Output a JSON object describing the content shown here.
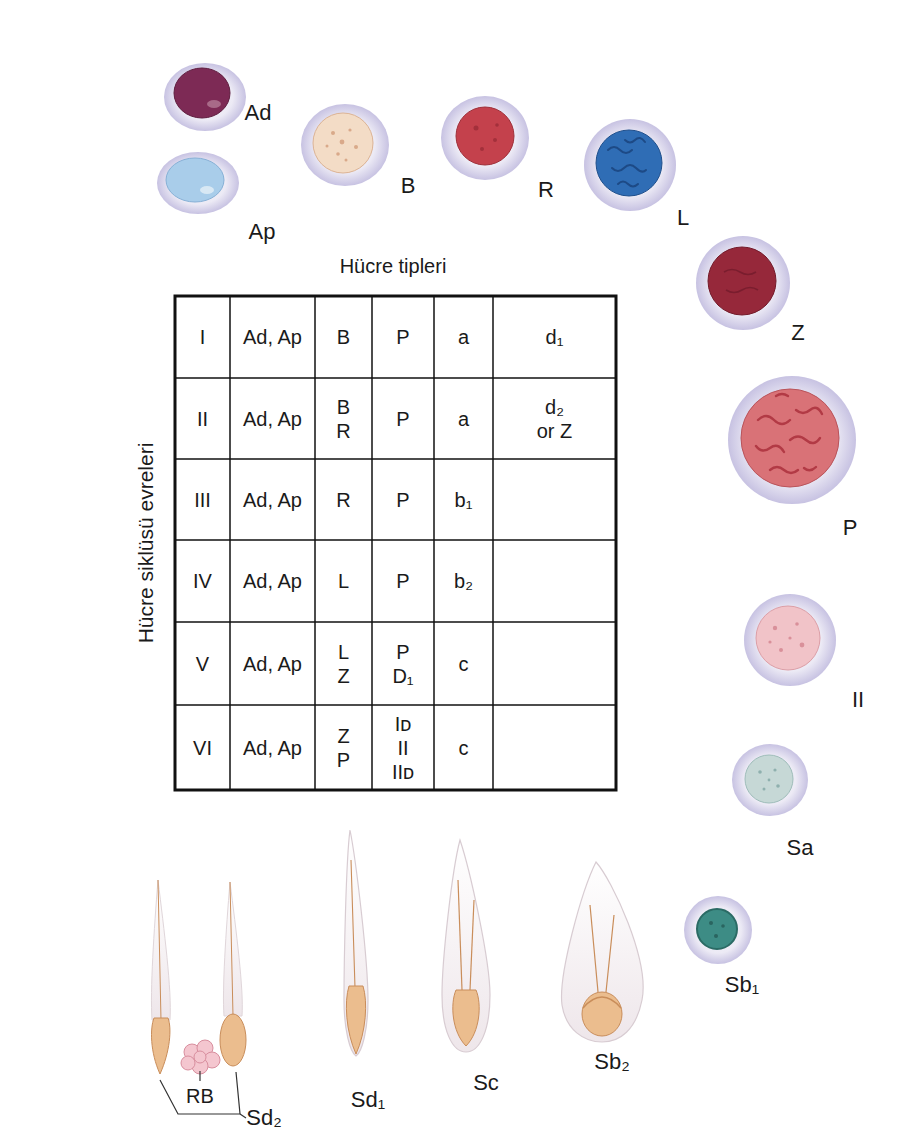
{
  "diagram": {
    "labels": [
      "Ad",
      "Ap",
      "B",
      "R",
      "L",
      "Z",
      "P",
      "II",
      "Sa",
      "Sb₁",
      "Sb₂",
      "Sc",
      "Sd₁",
      "RB",
      "Sd₂",
      "Hücre tipleri",
      "Hücre siklüsü evreleri",
      "I",
      "Ad, Ap",
      "B",
      "P",
      "a",
      "d₁",
      "II",
      "Ad, Ap",
      "B R",
      "P",
      "a",
      "d₂ or Z",
      "III",
      "Ad, Ap",
      "R",
      "P",
      "b₁",
      "IV",
      "Ad, Ap",
      "L",
      "P",
      "b₂",
      "V",
      "Ad, Ap",
      "L Z",
      "P D₁",
      "c",
      "VI",
      "Ad, Ap",
      "Z P",
      "Iᴅ II IIᴅ",
      "c"
    ]
  }
}
